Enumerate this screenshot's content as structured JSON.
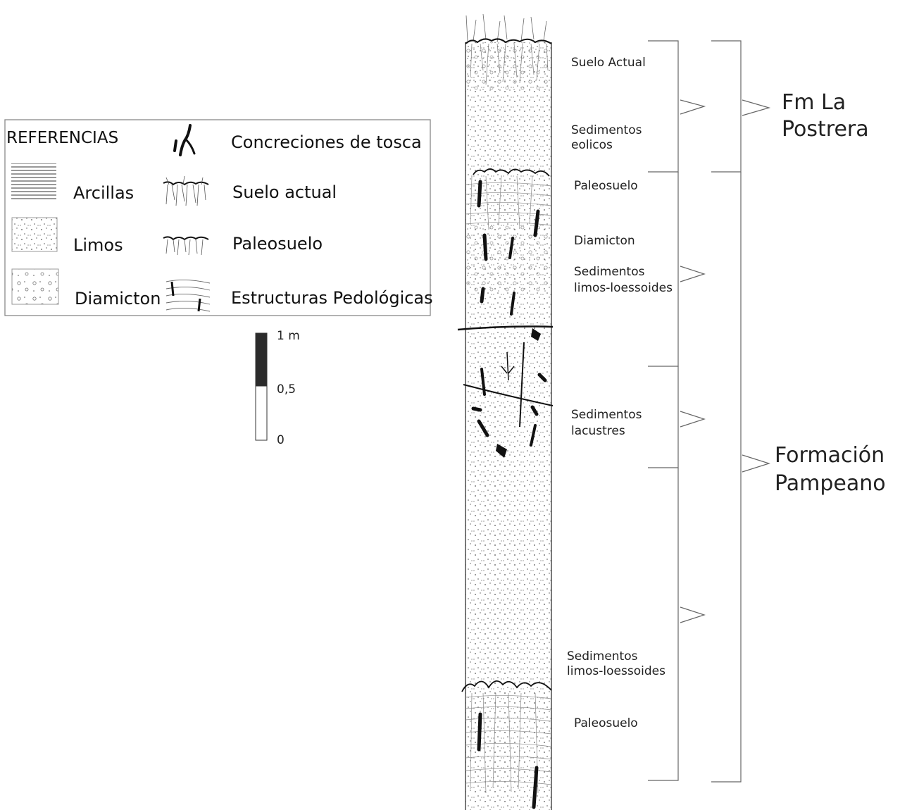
{
  "legend": {
    "title": "REFERENCIAS",
    "items": {
      "arcillas": "Arcillas",
      "limos": "Limos",
      "diamicton": "Diamicton",
      "concreciones": "Concreciones de tosca",
      "suelo_actual": "Suelo actual",
      "paleosuelo": "Paleosuelo",
      "estructuras": "Estructuras Pedológicas"
    }
  },
  "scale": {
    "top": "1 m",
    "mid": "0,5",
    "bottom": "0"
  },
  "units": [
    "Suelo Actual",
    "Sedimentos",
    "eolicos",
    "Paleosuelo",
    "Diamicton",
    "Sedimentos",
    "limos-loessoides",
    "Sedimentos",
    "lacustres",
    "Sedimentos",
    "limos-loessoides",
    "Paleosuelo"
  ],
  "formations": {
    "upper_line1": "Fm La",
    "upper_line2": "Postrera",
    "lower_line1": "Formación",
    "lower_line2": "Pampeano"
  }
}
